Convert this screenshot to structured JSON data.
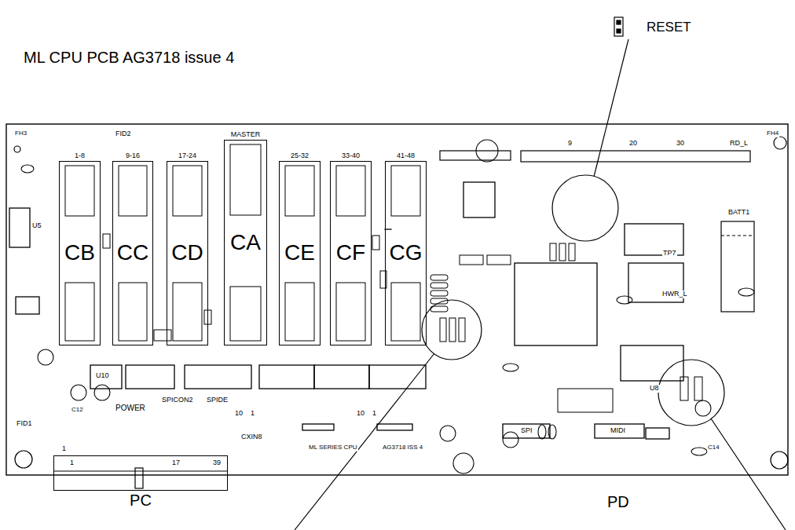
{
  "diagram": {
    "title": "ML CPU PCB AG3718 issue 4",
    "nodes": [
      {
        "text": [
          "1-8",
          "CB"
        ]
      },
      {
        "text": [
          "9-16",
          "CC"
        ]
      },
      {
        "text": [
          "17-24",
          "CD"
        ]
      },
      {
        "text": [
          "MASTER",
          "CA"
        ]
      },
      {
        "text": [
          "25-32",
          "CE"
        ]
      },
      {
        "text": [
          "33-40",
          "CF"
        ]
      },
      {
        "text": [
          "41-48",
          "CG"
        ]
      },
      {
        "text": [
          "PC"
        ]
      }
    ],
    "labels": [
      "RESET",
      "PD",
      "U5",
      "U10",
      "POWER",
      "SPICON2",
      "SPIDE",
      "CXIN8",
      "ML SERIES CPU",
      "AG3718 ISS 4",
      "10",
      "1",
      "10",
      "1",
      "SPI",
      "MIDI",
      "BATT1",
      "TP7",
      "U8",
      "HWR_L",
      "FID1",
      "FID2",
      "FH3",
      "FH4",
      "1",
      "1",
      "17",
      "39",
      "9",
      "20",
      "30",
      "RD_L",
      "C12",
      "C14"
    ]
  }
}
